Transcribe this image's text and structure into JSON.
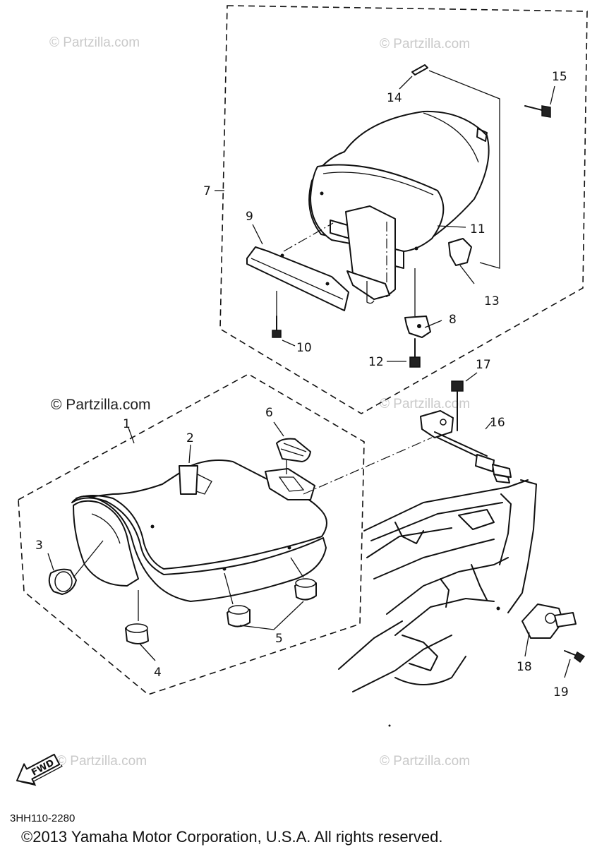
{
  "watermarks": {
    "top_left": "© Partzilla.com",
    "top_right": "© Partzilla.com",
    "mid_left": "© Partzilla.com",
    "mid_right": "© Partzilla.com",
    "bottom_left": "© Partzilla.com",
    "bottom_right": "© Partzilla.com"
  },
  "callouts": {
    "n1": "1",
    "n2": "2",
    "n3": "3",
    "n4": "4",
    "n5": "5",
    "n6": "6",
    "n7": "7",
    "n8": "8",
    "n9": "9",
    "n10": "10",
    "n11": "11",
    "n12": "12",
    "n13": "13",
    "n14": "14",
    "n15": "15",
    "n16": "16",
    "n17": "17",
    "n18": "18",
    "n19": "19"
  },
  "fwd_label": "FWD",
  "diagram_code": "3HH110-2280",
  "copyright": "©2013 Yamaha Motor Corporation, U.S.A. All rights reserved."
}
